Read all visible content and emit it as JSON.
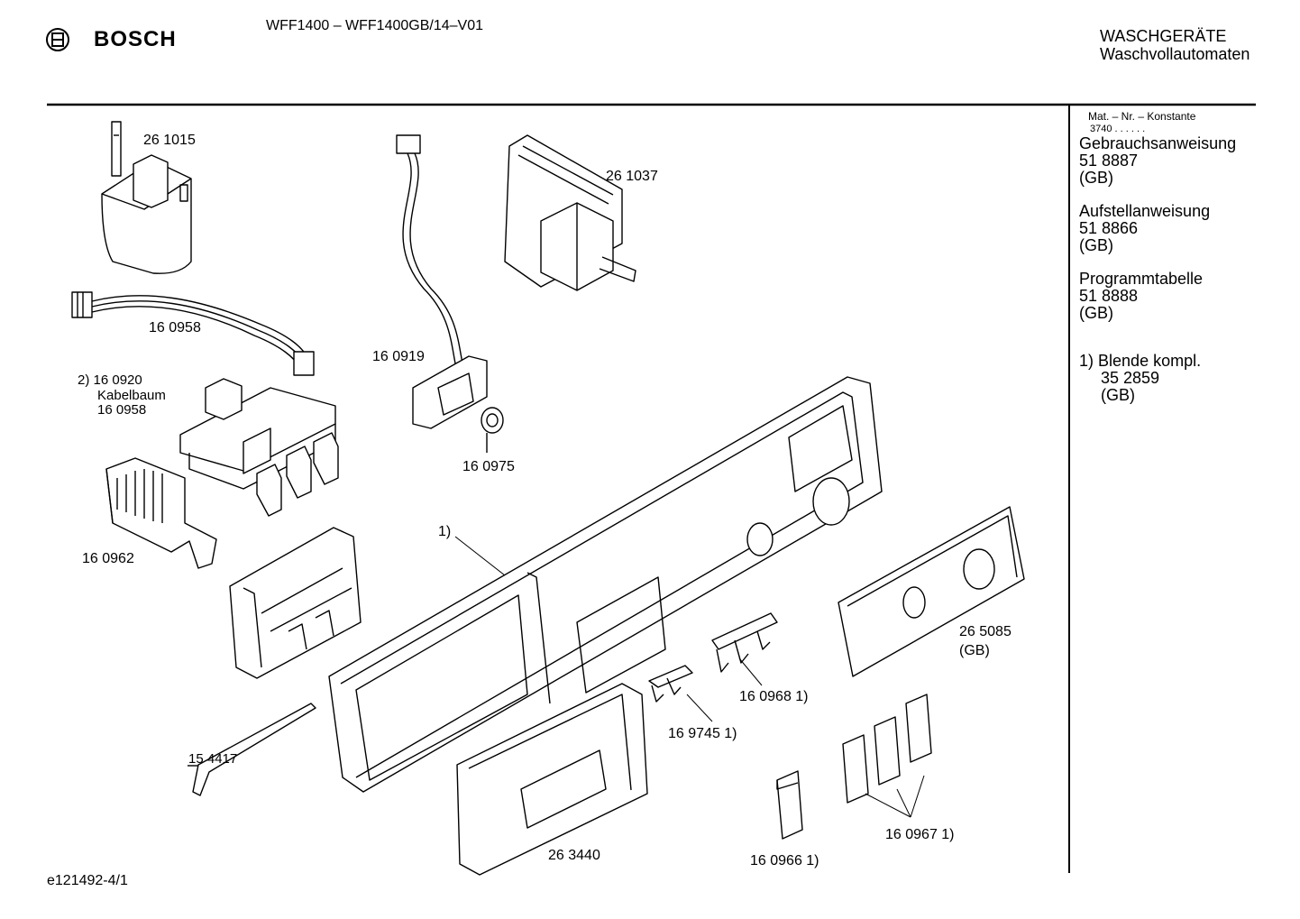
{
  "header": {
    "brand": "BOSCH",
    "model": "WFF1400 – WFF1400GB/14–V01",
    "category": "WASCHGERÄTE",
    "subcategory": "Waschvollautomaten"
  },
  "footer": {
    "doc_id": "e121492-4/1"
  },
  "sidebar": {
    "mat_label": "Mat. – Nr. – Konstante",
    "mat_value": "3740  .  .  .  .  .  .",
    "docs": [
      {
        "title": "Gebrauchsanweisung",
        "number": "51 8887",
        "lang": "(GB)"
      },
      {
        "title": "Aufstellanweisung",
        "number": "51 8866",
        "lang": "(GB)"
      },
      {
        "title": "Programmtabelle",
        "number": "51 8888",
        "lang": "(GB)"
      }
    ],
    "note": {
      "marker": "1)",
      "title": "Blende kompl.",
      "number": "35 2859",
      "lang": "(GB)"
    }
  },
  "parts": {
    "p261015": "26 1015",
    "p160958": "16 0958",
    "p160920_a": "2) 16 0920",
    "p160920_b": "Kabelbaum",
    "p160920_c": "16 0958",
    "p160962": "16 0962",
    "p160919": "16 0919",
    "p160975": "16 0975",
    "p261037": "26 1037",
    "panel_marker": "1)",
    "p265085": "26 5085",
    "p265085_lang": "(GB)",
    "p160968": "16 0968 1)",
    "p169745": "16 9745 1)",
    "p154417": "15 4417",
    "p263440": "26 3440",
    "p160966": "16 0966 1)",
    "p160967": "16 0967 1)"
  }
}
